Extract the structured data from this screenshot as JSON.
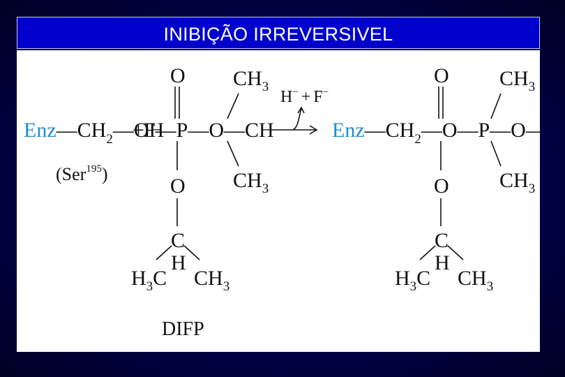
{
  "slide": {
    "title": "INIBIÇÃO IRREVERSIVEL",
    "colors": {
      "background": "#000033",
      "title_bar": "#0000cc",
      "panel": "#ffffff",
      "enzyme_label": "#1f8ecf"
    }
  },
  "reaction": {
    "reactant_enzyme": {
      "enz": "Enz",
      "ch": "—CH",
      "sub2": "2",
      "oh": "—OH",
      "ser_open": "(Ser",
      "ser_sup": "195",
      "ser_close": ")"
    },
    "plus": "+",
    "difp": {
      "f_p": "F—P—O—CH",
      "o_top": "O",
      "o_mid": "O",
      "c": "C",
      "h": "H",
      "h3c_h": "H",
      "h3c_sub": "3",
      "h3c_c": "C",
      "ch3": "CH",
      "ch3_sub": "3",
      "ch3_top": "CH",
      "ch3_top_sub": "3",
      "ch3_bot": "CH",
      "ch3_bot_sub": "3",
      "label": "DIFP"
    },
    "byproduct": {
      "h": "H",
      "h_sup": "−",
      "plus": "+",
      "f": "F",
      "f_sup": "−"
    },
    "product": {
      "enz": "Enz",
      "ch": "—CH",
      "sub2": "2",
      "chain": "—O—P—O—CH",
      "o_top": "O",
      "o_mid": "O",
      "c": "C",
      "h": "H",
      "h3c_h": "H",
      "h3c_sub": "3",
      "h3c_c": "C",
      "ch3": "CH",
      "ch3_sub": "3",
      "ch3_top": "CH",
      "ch3_top_sub": "3",
      "ch3_bot": "CH",
      "ch3_bot_sub": "3"
    }
  }
}
